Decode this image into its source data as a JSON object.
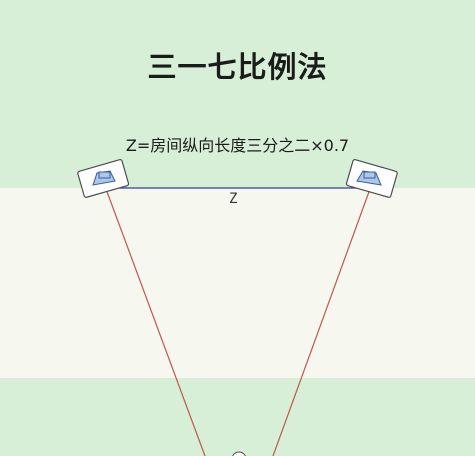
{
  "title": "三一七比例法",
  "formula": "Z=房间纵向长度三分之二×0.7",
  "distance_label": "Z",
  "colors": {
    "band_green": "#d7efd6",
    "band_cream": "#f6f7ef",
    "baseline": "#2f3f9f",
    "sight_lines": "#c0584a",
    "speaker_fill": "#a9c7ef",
    "speaker_border": "#4d4d4d"
  },
  "icons": [
    "left-speaker-icon",
    "right-speaker-icon",
    "listener-head-icon"
  ]
}
